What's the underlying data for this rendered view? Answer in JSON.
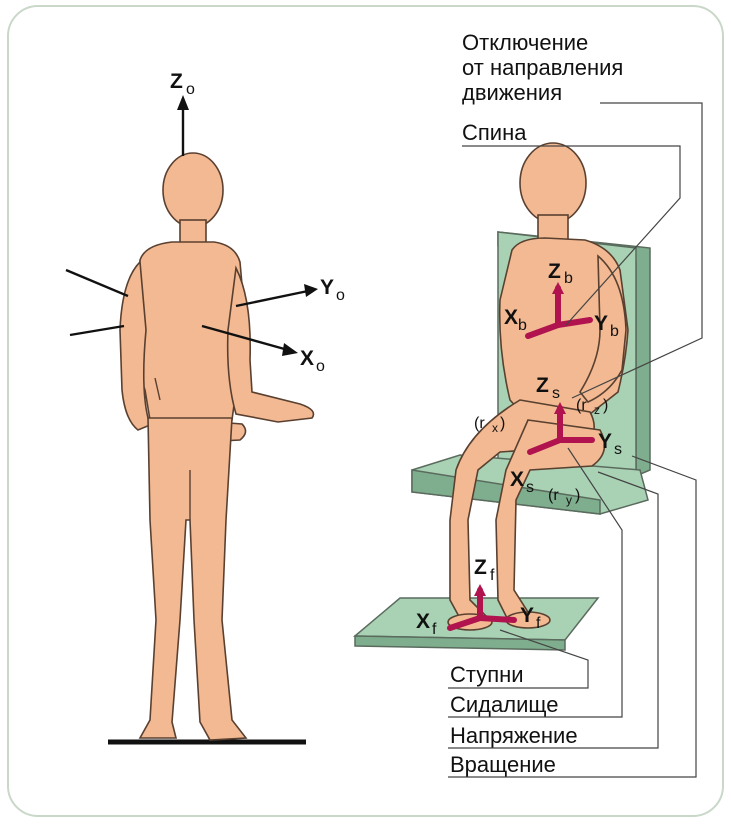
{
  "labels": {
    "disconnect_line1": "Отключение",
    "disconnect_line2": "от направления",
    "disconnect_line3": "движения",
    "back": "Спина",
    "feet": "Ступни",
    "seat": "Сидалище",
    "tension": "Напряжение",
    "rotation": "Вращение"
  },
  "standing_axes": {
    "z": "Z",
    "z_sub": "o",
    "y": "Y",
    "y_sub": "o",
    "x": "X",
    "x_sub": "o"
  },
  "seated_axes": {
    "back_z": "Z",
    "back_z_sub": "b",
    "back_x": "X",
    "back_x_sub": "b",
    "back_y": "Y",
    "back_y_sub": "b",
    "seat_z": "Z",
    "seat_z_sub": "s",
    "seat_x": "X",
    "seat_x_sub": "s",
    "seat_y": "Y",
    "seat_y_sub": "s",
    "feet_z": "Z",
    "feet_z_sub": "f",
    "feet_x": "X",
    "feet_x_sub": "f",
    "feet_y": "Y",
    "feet_y_sub": "f",
    "r1": "(r",
    "r1_sub": "x",
    "r2": "(r",
    "r2_sub": "z",
    "r3": "(r",
    "r3_sub": "y",
    "close": ")"
  },
  "colors": {
    "skin": "#f2b992",
    "seat": "#a9d2b4",
    "axis_red": "#b0134e",
    "frame": "#c9d8c9"
  }
}
